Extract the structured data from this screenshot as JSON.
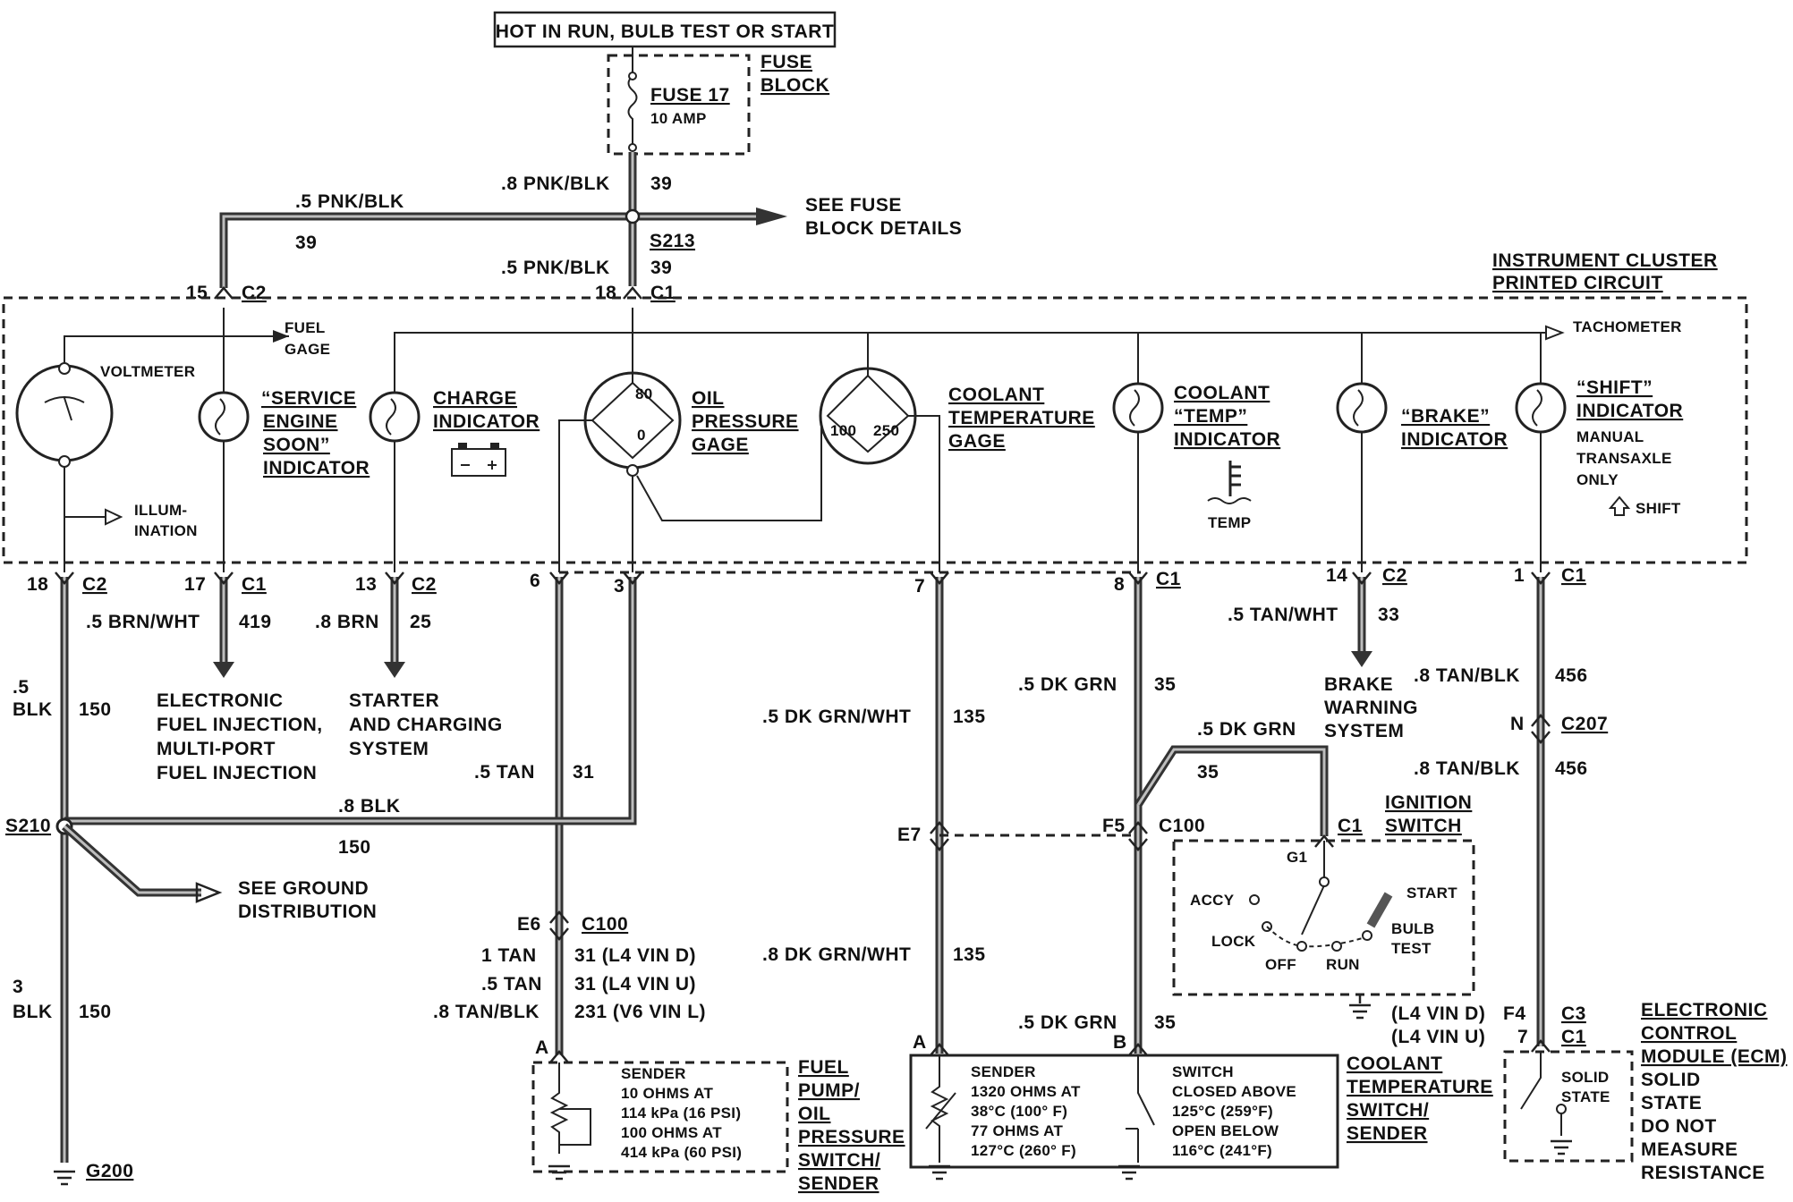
{
  "header": {
    "hot_label": "HOT IN RUN, BULB TEST OR START",
    "fuse_block_1": "FUSE",
    "fuse_block_2": "BLOCK",
    "fuse_name": "FUSE 17",
    "fuse_amp": "10 AMP",
    "see_fuse_1": "SEE FUSE",
    "see_fuse_2": "BLOCK DETAILS",
    "splice_s213": "S213"
  },
  "cluster": {
    "title_1": "INSTRUMENT CLUSTER",
    "title_2": "PRINTED CIRCUIT",
    "fuel_gage_1": "FUEL",
    "fuel_gage_2": "GAGE",
    "tachometer": "TACHOMETER",
    "voltmeter": "VOLTMETER",
    "illum_1": "ILLUM-",
    "illum_2": "INATION",
    "ses_1": "“SERVICE",
    "ses_2": "ENGINE",
    "ses_3": "SOON”",
    "ses_4": "INDICATOR",
    "charge_1": "CHARGE",
    "charge_2": "INDICATOR",
    "oil_1": "OIL",
    "oil_2": "PRESSURE",
    "oil_3": "GAGE",
    "oil_80": "80",
    "oil_0": "0",
    "temp_100": "100",
    "temp_250": "250",
    "coolant_gage_1": "COOLANT",
    "coolant_gage_2": "TEMPERATURE",
    "coolant_gage_3": "GAGE",
    "coolant_ind_1": "COOLANT",
    "coolant_ind_2": "“TEMP”",
    "coolant_ind_3": "INDICATOR",
    "temp_symbol": "TEMP",
    "brake_1": "“BRAKE”",
    "brake_2": "INDICATOR",
    "shift_1": "“SHIFT”",
    "shift_2": "INDICATOR",
    "shift_3": "MANUAL",
    "shift_4": "TRANSAXLE",
    "shift_5": "ONLY",
    "shift_symbol": "SHIFT"
  },
  "wires": {
    "w_8pnkblk": ".8 PNK/BLK",
    "w_39a": "39",
    "w_5pnkblk_left": ".5 PNK/BLK",
    "w_39b": "39",
    "w_5pnkblk": ".5 PNK/BLK",
    "w_39c": "39",
    "pin_15": "15",
    "conn_c2_top": "C2",
    "pin_18_top": "18",
    "conn_c1_top": "C1",
    "pin_18": "18",
    "conn_18": "C2",
    "pin_17": "17",
    "conn_17": "C1",
    "pin_13": "13",
    "conn_13": "C2",
    "pin_6": "6",
    "pin_3": "3",
    "pin_7": "7",
    "pin_8": "8",
    "conn_8": "C1",
    "pin_14": "14",
    "conn_14": "C2",
    "pin_1": "1",
    "conn_1": "C1",
    "brnwht": ".5 BRN/WHT",
    "c419": "419",
    "brn": ".8 BRN",
    "c25": "25",
    "blk_5a": ".5",
    "blk_5b": "BLK",
    "c150a": "150",
    "efi_1": "ELECTRONIC",
    "efi_2": "FUEL INJECTION,",
    "efi_3": "MULTI-PORT",
    "efi_4": "FUEL INJECTION",
    "sc_1": "STARTER",
    "sc_2": "AND CHARGING",
    "sc_3": "SYSTEM",
    "tan5": ".5 TAN",
    "c31": "31",
    "blk8": ".8 BLK",
    "c150b": "150",
    "s210": "S210",
    "see_ground_1": "SEE GROUND",
    "see_ground_2": "DISTRIBUTION",
    "dkgrnwht": ".5 DK GRN/WHT",
    "c135": "135",
    "dkgrn": ".5 DK GRN",
    "c35": "35",
    "dkgrn_b": ".5 DK GRN",
    "c35b": "35",
    "tanwht": ".5 TAN/WHT",
    "c33": "33",
    "bws_1": "BRAKE",
    "bws_2": "WARNING",
    "bws_3": "SYSTEM",
    "tanblk_a": ".8 TAN/BLK",
    "c456a": "456",
    "pin_n": "N",
    "c207": "C207",
    "tanblk_b": ".8 TAN/BLK",
    "c456b": "456",
    "e7": "E7",
    "f5": "F5",
    "c100_mid": "C100",
    "e6": "E6",
    "c100_low": "C100",
    "tan1": "1 TAN",
    "c31_d": "31 (L4 VIN D)",
    "tan5b": ".5 TAN",
    "c31_u": "31 (L4 VIN U)",
    "tanblk8": ".8 TAN/BLK",
    "c231": "231 (V6 VIN L)",
    "dkgrnwht8": ".8 DK GRN/WHT",
    "c135b": "135",
    "dkgrn_c": ".5 DK GRN",
    "c35c": "35",
    "blk3a": "3",
    "blk3b": "BLK",
    "c150c": "150",
    "g200": "G200"
  },
  "ignition": {
    "title_1": "IGNITION",
    "title_2": "SWITCH",
    "c1": "C1",
    "g1": "G1",
    "accy": "ACCY",
    "start": "START",
    "lock": "LOCK",
    "bulb_1": "BULB",
    "bulb_2": "TEST",
    "off": "OFF",
    "run": "RUN"
  },
  "ecm": {
    "vin_d": "(L4 VIN D)",
    "vin_u": "(L4 VIN U)",
    "f4": "F4",
    "p7": "7",
    "c3": "C3",
    "c1": "C1",
    "title_1": "ELECTRONIC",
    "title_2": "CONTROL",
    "title_3": "MODULE (ECM)",
    "title_4": "SOLID",
    "title_5": "STATE",
    "title_6": "DO NOT",
    "title_7": "MEASURE",
    "title_8": "RESISTANCE",
    "solid_1": "SOLID",
    "solid_2": "STATE"
  },
  "sender_oil": {
    "pin_a": "A",
    "line_1": "SENDER",
    "line_2": "10 OHMS AT",
    "line_3": "114 kPa (16 PSI)",
    "line_4": "100 OHMS AT",
    "line_5": "414 kPa (60 PSI)",
    "title_1": "FUEL",
    "title_2": "PUMP/",
    "title_3": "OIL",
    "title_4": "PRESSURE",
    "title_5": "SWITCH/",
    "title_6": "SENDER"
  },
  "sender_coolant": {
    "pin_a": "A",
    "pin_b": "B",
    "line_1": "SENDER",
    "line_2": "1320 OHMS AT",
    "line_3": "38°C (100° F)",
    "line_4": "77 OHMS AT",
    "line_5": "127°C (260° F)",
    "sw_1": "SWITCH",
    "sw_2": "CLOSED ABOVE",
    "sw_3": "125°C (259°F)",
    "sw_4": "OPEN BELOW",
    "sw_5": "116°C (241°F)",
    "title_1": "COOLANT",
    "title_2": "TEMPERATURE",
    "title_3": "SWITCH/",
    "title_4": "SENDER"
  }
}
